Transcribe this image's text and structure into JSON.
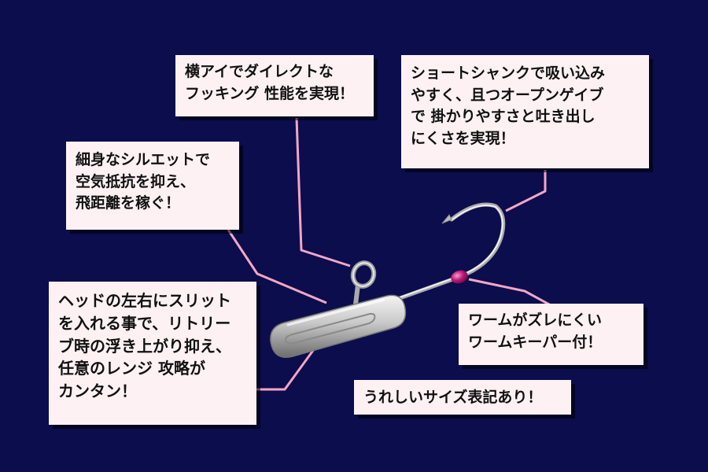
{
  "colors": {
    "background": "#0b0d4d",
    "callout_bg": "#fdf1f4",
    "leader_line": "#f4a6c4",
    "keeper_bead": "#c2187a",
    "hook_metal": "#c9c9c9"
  },
  "callouts": {
    "eye": "横アイでダイレクトな\nフッキング 性能を実現！",
    "shank": "ショートシャンクで吸い込み\nやすく、且つオープンゲイブ\nで 掛かりやすさと吐き出し\nにくさを実現！",
    "slim": "細身なシルエットで\n空気抵抗を抑え、\n飛距離を稼ぐ！",
    "slit": "ヘッドの左右にスリット\nを入れる事で、リトリー\nブ時の浮き上がり抑え、\n任意のレンジ 攻略が\nカンタン！",
    "keeper": "ワームがズレにくい\nワームキーパー付！",
    "size": "うれしいサイズ表記あり！"
  }
}
